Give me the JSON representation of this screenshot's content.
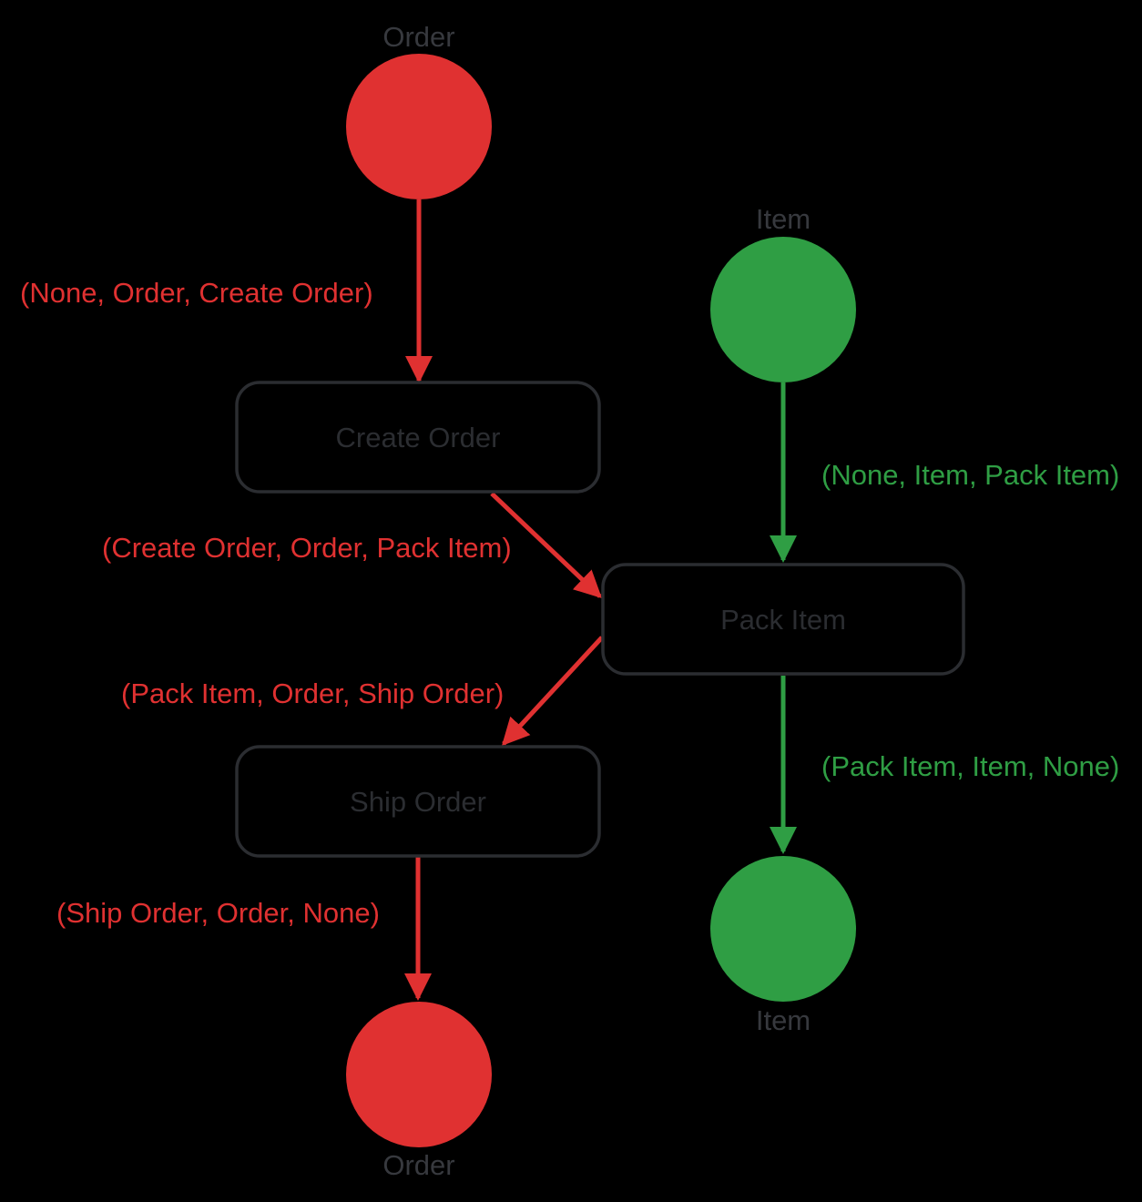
{
  "diagram": {
    "type": "petri-net-flow",
    "colors": {
      "red": "#e03131",
      "green": "#2f9e44",
      "node_label": "#37393e",
      "box_stroke": "#2b2d31",
      "box_text": "#2b2d31"
    },
    "places": [
      {
        "id": "order-source",
        "label": "Order",
        "token_color": "red",
        "position": "top-left"
      },
      {
        "id": "item-source",
        "label": "Item",
        "token_color": "green",
        "position": "top-right"
      },
      {
        "id": "order-sink",
        "label": "Order",
        "token_color": "red",
        "position": "bottom-left"
      },
      {
        "id": "item-sink",
        "label": "Item",
        "token_color": "green",
        "position": "bottom-right"
      }
    ],
    "transitions": [
      {
        "id": "create-order",
        "label": "Create Order"
      },
      {
        "id": "pack-item",
        "label": "Pack Item"
      },
      {
        "id": "ship-order",
        "label": "Ship Order"
      }
    ],
    "edges": [
      {
        "id": "order-to-create-order",
        "label": "(None, Order, Create Order)",
        "color": "red"
      },
      {
        "id": "create-order-to-pack",
        "label": "(Create Order, Order, Pack Item)",
        "color": "red"
      },
      {
        "id": "pack-to-ship-order",
        "label": "(Pack Item, Order, Ship Order)",
        "color": "red"
      },
      {
        "id": "ship-order-to-order",
        "label": "(Ship Order, Order, None)",
        "color": "red"
      },
      {
        "id": "item-to-pack-item",
        "label": "(None, Item, Pack Item)",
        "color": "green"
      },
      {
        "id": "pack-item-to-item",
        "label": "(Pack Item, Item, None)",
        "color": "green"
      }
    ]
  }
}
